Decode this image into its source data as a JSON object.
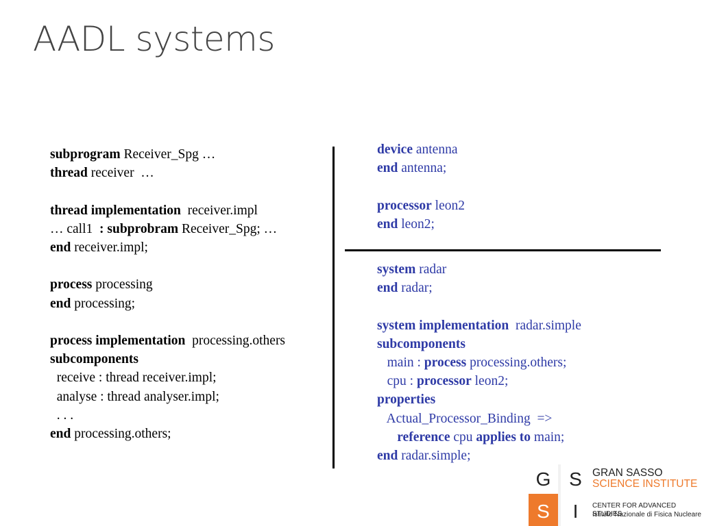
{
  "slide": {
    "title": "AADL systems"
  },
  "left_code": [
    [
      {
        "t": "subprogram",
        "b": true
      },
      {
        "t": " Receiver_Spg …"
      }
    ],
    [
      {
        "t": "thread",
        "b": true
      },
      {
        "t": " receiver  …"
      }
    ],
    [],
    [
      {
        "t": "thread implementation",
        "b": true
      },
      {
        "t": "  receiver.impl"
      }
    ],
    [
      {
        "t": "… call1 "
      },
      {
        "t": " : subprobram",
        "b": true
      },
      {
        "t": " Receiver_Spg; …"
      }
    ],
    [
      {
        "t": "end",
        "b": true
      },
      {
        "t": " receiver.impl;"
      }
    ],
    [],
    [
      {
        "t": "process",
        "b": true
      },
      {
        "t": " processing"
      }
    ],
    [
      {
        "t": "end",
        "b": true
      },
      {
        "t": " processing;"
      }
    ],
    [],
    [
      {
        "t": "process implementation",
        "b": true
      },
      {
        "t": "  processing.others"
      }
    ],
    [
      {
        "t": "subcomponents",
        "b": true
      }
    ],
    [
      {
        "t": "  receive : thread receiver.impl;"
      }
    ],
    [
      {
        "t": "  analyse : thread analyser.impl;"
      }
    ],
    [
      {
        "t": "  . . ."
      }
    ],
    [
      {
        "t": "end",
        "b": true
      },
      {
        "t": " processing.others;"
      }
    ]
  ],
  "right_top_code": [
    [
      {
        "t": "device",
        "b": true
      },
      {
        "t": " antenna"
      }
    ],
    [
      {
        "t": "end",
        "b": true
      },
      {
        "t": " antenna;"
      }
    ],
    [],
    [
      {
        "t": "processor",
        "b": true
      },
      {
        "t": " leon2"
      }
    ],
    [
      {
        "t": "end",
        "b": true
      },
      {
        "t": " leon2;"
      }
    ]
  ],
  "right_bottom_code": [
    [
      {
        "t": "system",
        "b": true
      },
      {
        "t": " radar"
      }
    ],
    [
      {
        "t": "end",
        "b": true
      },
      {
        "t": " radar;"
      }
    ],
    [],
    [
      {
        "t": "system implementation",
        "b": true
      },
      {
        "t": "  radar.simple"
      }
    ],
    [
      {
        "t": "subcomponents",
        "b": true
      }
    ],
    [
      {
        "t": "   main : "
      },
      {
        "t": "process",
        "b": true
      },
      {
        "t": " processing.others;"
      }
    ],
    [
      {
        "t": "   cpu : "
      },
      {
        "t": "processor",
        "b": true
      },
      {
        "t": " leon2;"
      }
    ],
    [
      {
        "t": "properties",
        "b": true
      }
    ],
    [
      {
        "t": "   Actual_Processor_Binding  =>"
      }
    ],
    [
      {
        "t": "      "
      },
      {
        "t": "reference",
        "b": true
      },
      {
        "t": " cpu "
      },
      {
        "t": "applies to",
        "b": true
      },
      {
        "t": " main;"
      }
    ],
    [
      {
        "t": "end",
        "b": true
      },
      {
        "t": " radar.simple;"
      }
    ]
  ],
  "logo": {
    "g": "G",
    "s": "S",
    "s2": "S",
    "i": "I",
    "line1": "GRAN SASSO",
    "line2": "SCIENCE INSTITUTE",
    "line3": "CENTER FOR ADVANCED STUDIES",
    "line4": "Istituto Nazionale di Fisica Nucleare",
    "accent_color": "#ee7a2c"
  },
  "colors": {
    "left_code": "#000000",
    "right_code": "#2e3aa6"
  }
}
